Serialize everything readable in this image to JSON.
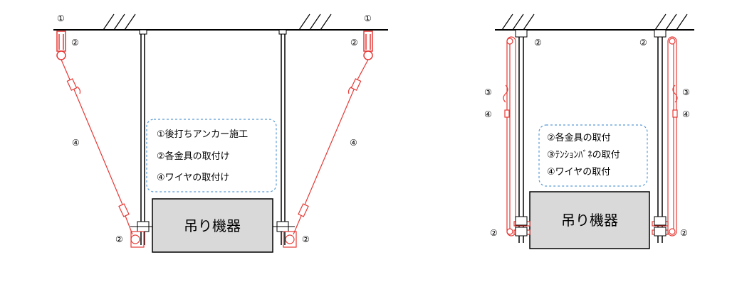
{
  "colors": {
    "wire": "#e53935",
    "rod": "#222222",
    "box_fill": "#d9d9d9",
    "note_border": "#5b9bd5"
  },
  "left": {
    "marker_1_left": "①",
    "marker_1_right": "①",
    "marker_2_top_left": "②",
    "marker_2_top_right": "②",
    "marker_2_bottom_left": "②",
    "marker_2_bottom_right": "②",
    "marker_4_left": "④",
    "marker_4_right": "④",
    "box_label": "吊り機器",
    "notes": [
      "①後打ちアンカー施工",
      "②各金具の取付け",
      "④ワイヤの取付け"
    ]
  },
  "right": {
    "marker_2_top_left": "②",
    "marker_2_top_right": "②",
    "marker_3_left": "③",
    "marker_3_right": "③",
    "marker_4_left": "④",
    "marker_4_right": "④",
    "marker_2_bottom_left": "②",
    "marker_2_bottom_right": "②",
    "box_label": "吊り機器",
    "notes": [
      "②各金具の取付",
      "③ﾃﾝｼｮﾝﾊﾞﾈの取付",
      "④ワイヤの取付"
    ]
  }
}
